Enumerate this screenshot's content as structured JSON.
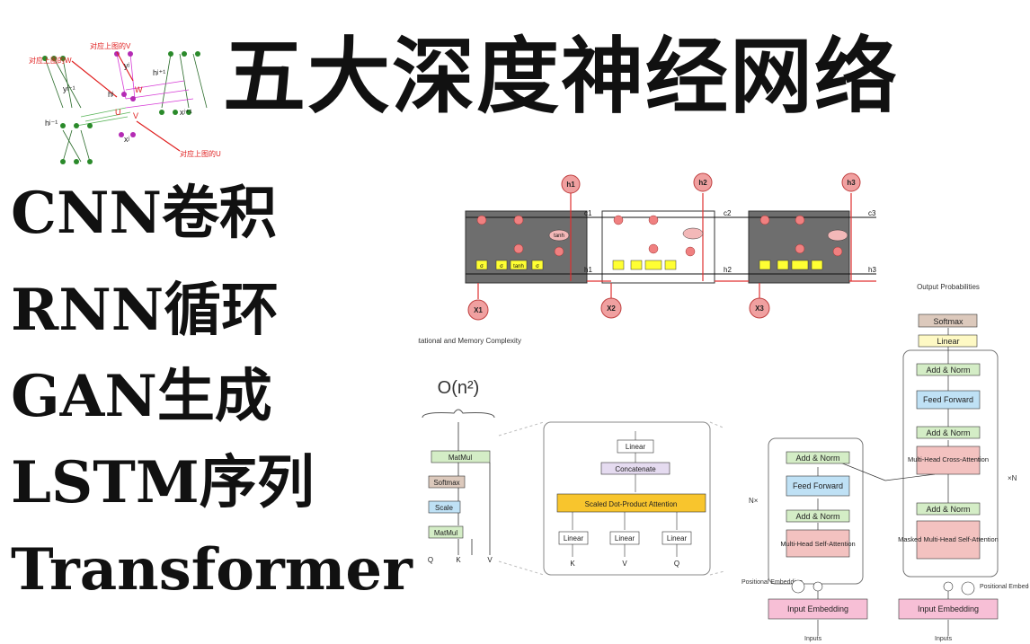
{
  "title": "五大深度神经网络",
  "networks": [
    "CNN卷积",
    "RNN循环",
    "GAN生成",
    "LSTM序列",
    "Transformer"
  ],
  "rnn_diagram": {
    "labels": [
      "yʲ",
      "yʲ⁻¹",
      "hʲ",
      "hʲ⁻¹",
      "hʲ⁺¹",
      "xʲ",
      "xʲ⁺¹"
    ],
    "weights": [
      "W",
      "U",
      "V"
    ],
    "annotations": [
      "对应上图的W",
      "对应上图的V",
      "对应上图的U"
    ]
  },
  "lstm_diagram": {
    "outputs": [
      "h1",
      "h2",
      "h3"
    ],
    "inputs": [
      "X1",
      "X2",
      "X3"
    ],
    "cell_states": [
      "c1",
      "c2",
      "c3"
    ],
    "hidden_states": [
      "h1",
      "h2",
      "h3"
    ],
    "gates": [
      "σ",
      "σ",
      "tanh",
      "σ"
    ],
    "tanh_label": "tanh"
  },
  "attention_diagram": {
    "complexity_label": "Computational and Memory Complexity",
    "complexity_formula": "O(n²)",
    "single_head": [
      "MatMul",
      "Softmax",
      "Scale",
      "MatMul"
    ],
    "qkv": [
      "Q",
      "K",
      "V"
    ],
    "multi_head": {
      "top": [
        "Linear",
        "Concatenate"
      ],
      "attention": "Scaled Dot-Product Attention",
      "linears": [
        "Linear",
        "Linear",
        "Linear"
      ],
      "inputs": [
        "K",
        "V",
        "Q"
      ]
    }
  },
  "transformer_diagram": {
    "output_label": "Output Probabilities",
    "softmax": "Softmax",
    "linear": "Linear",
    "encoder": {
      "add_norm_1": "Add & Norm",
      "feed_forward": "Feed Forward",
      "add_norm_2": "Add & Norm",
      "attention": "Multi-Head Self-Attention",
      "repeat": "N×"
    },
    "decoder": {
      "add_norm_1": "Add & Norm",
      "feed_forward": "Feed Forward",
      "add_norm_2": "Add & Norm",
      "cross_attention": "Multi-Head Cross-Attention",
      "add_norm_3": "Add & Norm",
      "masked_attention": "Masked Multi-Head Self-Attention",
      "repeat": "×N"
    },
    "positional_embedding": "Positional Embedding",
    "input_embedding": "Input Embedding",
    "inputs": "Inputs"
  },
  "colors": {
    "lstm_cell": "#6e6e6e",
    "lstm_node": "#f0a0a0",
    "gate_yellow": "#ffff33",
    "attention_orange": "#f8c52d",
    "add_norm": "#d4edc6",
    "feed_forward": "#bfe1f5",
    "attention_red": "#f3c2c0",
    "embedding_pink": "#f7bfd6",
    "softmax_tan": "#dcc9bc",
    "linear_yellow": "#fef9c4",
    "concat_purple": "#e5dbf0"
  }
}
